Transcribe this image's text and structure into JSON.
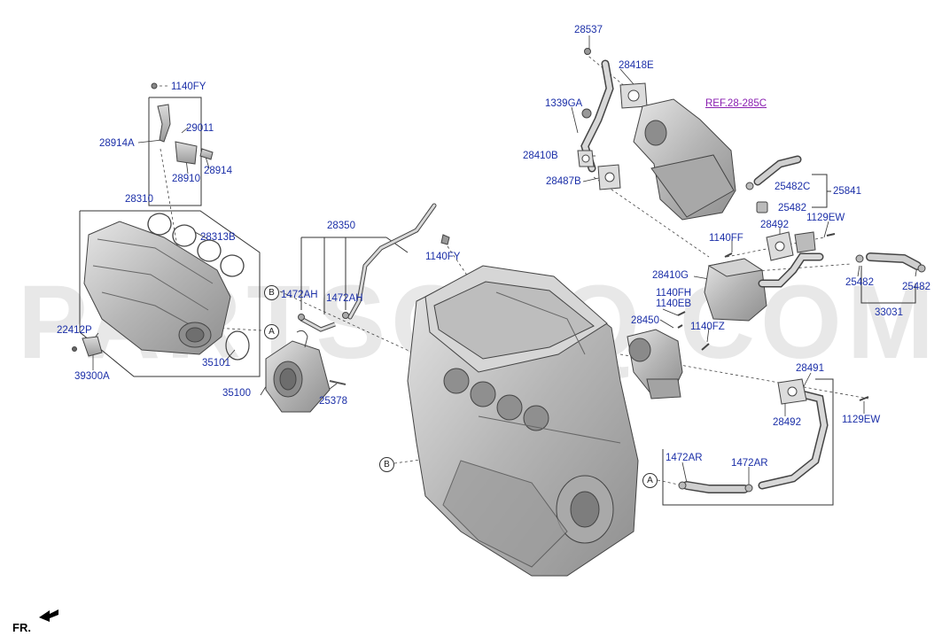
{
  "watermark": "PARTSOUQ.COM",
  "direction": "FR.",
  "ref_link": "REF.28-285C",
  "markers": [
    "A",
    "B"
  ],
  "parts": {
    "p28537": "28537",
    "p28418E": "28418E",
    "p1339GA": "1339GA",
    "p28410B": "28410B",
    "p28487B": "28487B",
    "p25482C": "25482C",
    "p25841": "25841",
    "p25482a": "25482",
    "p28492a": "28492",
    "p1129EWa": "1129EW",
    "p1140FFa": "1140FF",
    "p28410G": "28410G",
    "p1140FH": "1140FH",
    "p1140EB": "1140EB",
    "p28450": "28450",
    "p1140FZ": "1140FZ",
    "p25482b": "25482",
    "p25482c": "25482",
    "p33031": "33031",
    "p28491": "28491",
    "p28492b": "28492",
    "p1129EWb": "1129EW",
    "p1472ARa": "1472AR",
    "p1472ARb": "1472AR",
    "p1140FYa": "1140FY",
    "p29011": "29011",
    "p28914A": "28914A",
    "p28910": "28910",
    "p28914": "28914",
    "p28310": "28310",
    "p28313B": "28313B",
    "p28350": "28350",
    "p1140FYb": "1140FY",
    "p1472AHa": "1472AH",
    "p1472AHb": "1472AH",
    "p22412P": "22412P",
    "p39300A": "39300A",
    "p35101": "35101",
    "p35100": "35100",
    "p25378": "25378"
  },
  "colors": {
    "label": "#1b2fa8",
    "ref": "#8a1fb0",
    "line": "#333333",
    "part_fill": "#c9c9c9",
    "part_stroke": "#555555"
  }
}
